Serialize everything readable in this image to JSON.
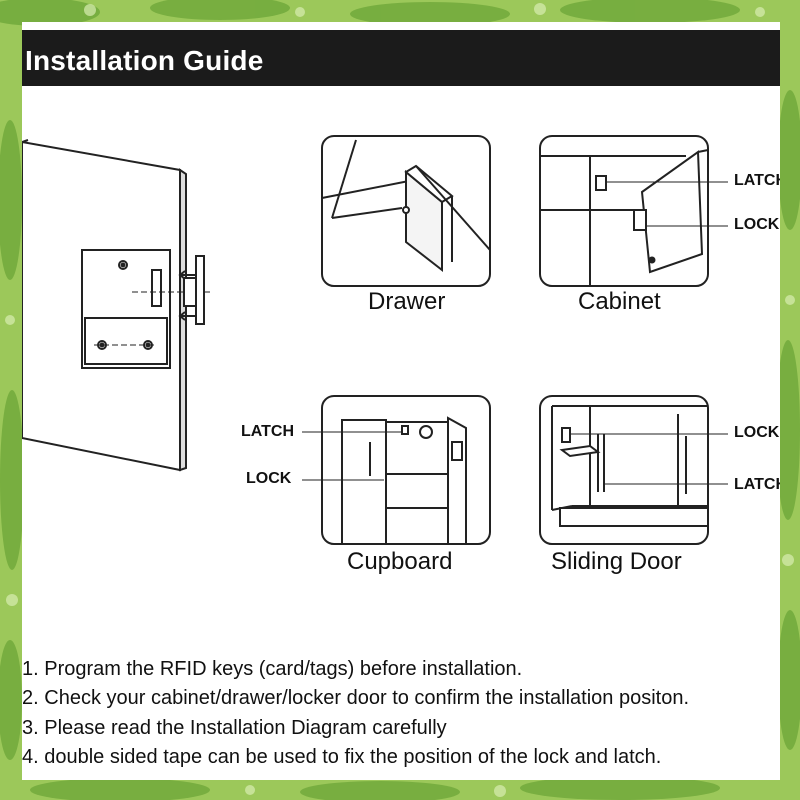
{
  "header": {
    "title": "Installation Guide"
  },
  "panels": {
    "drawer": {
      "caption": "Drawer"
    },
    "cabinet": {
      "caption": "Cabinet",
      "labels": [
        "LATCH",
        "LOCK"
      ]
    },
    "cupboard": {
      "caption": "Cupboard",
      "labels": [
        "LATCH",
        "LOCK"
      ]
    },
    "sliding": {
      "caption": "Sliding Door",
      "labels": [
        "LOCK",
        "LATCH"
      ]
    }
  },
  "steps": [
    {
      "num": "1.",
      "text": "Program the RFID keys (card/tags) before installation."
    },
    {
      "num": "2.",
      "text": "Check your cabinet/drawer/locker door to confirm the installation positon."
    },
    {
      "num": "3.",
      "text": "Please read the Installation Diagram carefully"
    },
    {
      "num": "4.",
      "text": "double sided tape can be used to fix the position of the lock and latch."
    }
  ],
  "colors": {
    "frame": "#8fbf4a",
    "header_bg": "#1b1b1b",
    "line": "#222222"
  }
}
